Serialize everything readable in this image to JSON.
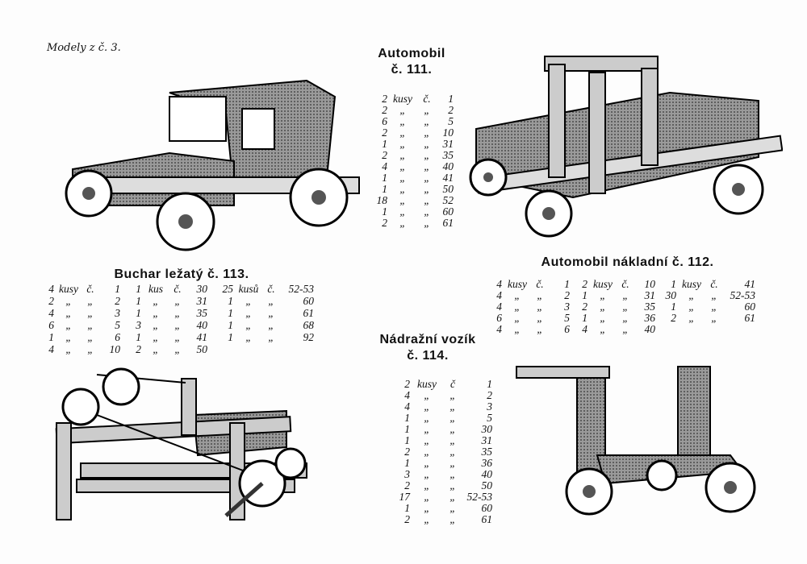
{
  "header": {
    "series_label": "Modely z č. 3."
  },
  "models": {
    "m111": {
      "title_line1": "Automobil",
      "title_line2": "č. 111.",
      "parts": [
        [
          "2",
          "kusy",
          "č.",
          "1"
        ],
        [
          "2",
          "„",
          "„",
          "2"
        ],
        [
          "6",
          "„",
          "„",
          "5"
        ],
        [
          "2",
          "„",
          "„",
          "10"
        ],
        [
          "1",
          "„",
          "„",
          "31"
        ],
        [
          "2",
          "„",
          "„",
          "35"
        ],
        [
          "4",
          "„",
          "„",
          "40"
        ],
        [
          "1",
          "„",
          "„",
          "41"
        ],
        [
          "1",
          "„",
          "„",
          "50"
        ],
        [
          "18",
          "„",
          "„",
          "52"
        ],
        [
          "1",
          "„",
          "„",
          "60"
        ],
        [
          "2",
          "„",
          "„",
          "61"
        ]
      ]
    },
    "m113": {
      "title": "Buchar ležatý č. 113.",
      "columns": [
        [
          [
            "4",
            "kusy",
            "č.",
            "1"
          ],
          [
            "2",
            "„",
            "„",
            "2"
          ],
          [
            "4",
            "„",
            "„",
            "3"
          ],
          [
            "6",
            "„",
            "„",
            "5"
          ],
          [
            "1",
            "„",
            "„",
            "6"
          ],
          [
            "4",
            "„",
            "„",
            "10"
          ]
        ],
        [
          [
            "1",
            "kus",
            "č.",
            "30"
          ],
          [
            "1",
            "„",
            "„",
            "31"
          ],
          [
            "1",
            "„",
            "„",
            "35"
          ],
          [
            "3",
            "„",
            "„",
            "40"
          ],
          [
            "1",
            "„",
            "„",
            "41"
          ],
          [
            "2",
            "„",
            "„",
            "50"
          ]
        ],
        [
          [
            "25",
            "kusů",
            "č.",
            "52-53"
          ],
          [
            "1",
            "„",
            "„",
            "60"
          ],
          [
            "1",
            "„",
            "„",
            "61"
          ],
          [
            "1",
            "„",
            "„",
            "68"
          ],
          [
            "1",
            "„",
            "„",
            "92"
          ]
        ]
      ]
    },
    "m112": {
      "title": "Automobil nákladní č. 112.",
      "columns": [
        [
          [
            "4",
            "kusy",
            "č.",
            "1"
          ],
          [
            "4",
            "„",
            "„",
            "2"
          ],
          [
            "4",
            "„",
            "„",
            "3"
          ],
          [
            "6",
            "„",
            "„",
            "5"
          ],
          [
            "4",
            "„",
            "„",
            "6"
          ]
        ],
        [
          [
            "2",
            "kusy",
            "č.",
            "10"
          ],
          [
            "1",
            "„",
            "„",
            "31"
          ],
          [
            "2",
            "„",
            "„",
            "35"
          ],
          [
            "1",
            "„",
            "„",
            "36"
          ],
          [
            "4",
            "„",
            "„",
            "40"
          ]
        ],
        [
          [
            "1",
            "kusy",
            "č.",
            "41"
          ],
          [
            "30",
            "„",
            "„",
            "52-53"
          ],
          [
            "1",
            "„",
            "„",
            "60"
          ],
          [
            "2",
            "„",
            "„",
            "61"
          ]
        ]
      ]
    },
    "m114": {
      "title_line1": "Nádražní vozík",
      "title_line2": "č. 114.",
      "parts": [
        [
          "2",
          "kusy",
          "č",
          "1"
        ],
        [
          "4",
          "„",
          "„",
          "2"
        ],
        [
          "4",
          "„",
          "„",
          "3"
        ],
        [
          "1",
          "„",
          "„",
          "5"
        ],
        [
          "1",
          "„",
          "„",
          "30"
        ],
        [
          "1",
          "„",
          "„",
          "31"
        ],
        [
          "2",
          "„",
          "„",
          "35"
        ],
        [
          "1",
          "„",
          "„",
          "36"
        ],
        [
          "3",
          "„",
          "„",
          "40"
        ],
        [
          "2",
          "„",
          "„",
          "50"
        ],
        [
          "17",
          "„",
          "„",
          "52-53"
        ],
        [
          "1",
          "„",
          "„",
          "60"
        ],
        [
          "2",
          "„",
          "„",
          "61"
        ]
      ]
    }
  }
}
